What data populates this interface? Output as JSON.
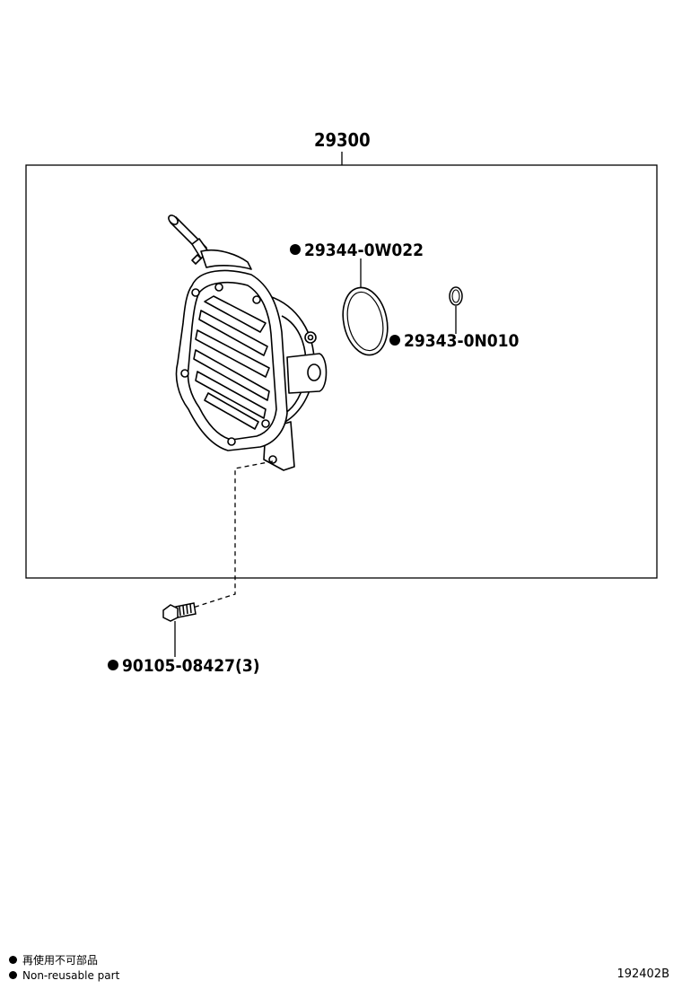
{
  "assembly_label": "29300",
  "parts": {
    "o_ring_large": "29344-0W022",
    "o_ring_small": "29343-0N010",
    "bolt": "90105-08427(3)"
  },
  "legend": {
    "line_jp": "再使用不可部品",
    "line_en": "Non-reusable part"
  },
  "illustration_code": "192402B"
}
